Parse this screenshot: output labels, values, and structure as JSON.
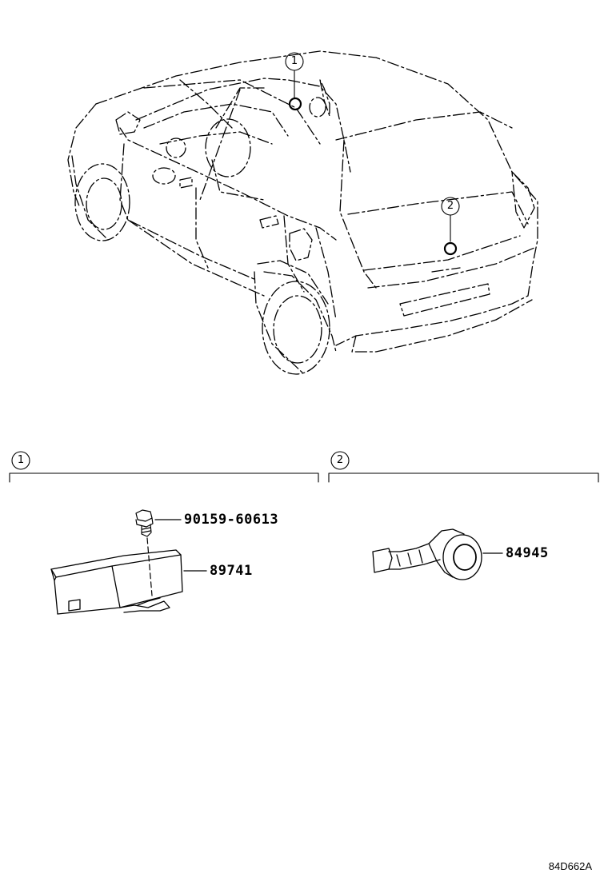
{
  "callouts": {
    "car_1": "1",
    "car_2": "2",
    "section_1": "1",
    "section_2": "2"
  },
  "parts": {
    "bolt": "90159-60613",
    "module": "89741",
    "switch": "84945"
  },
  "reference_code": "84D662A"
}
